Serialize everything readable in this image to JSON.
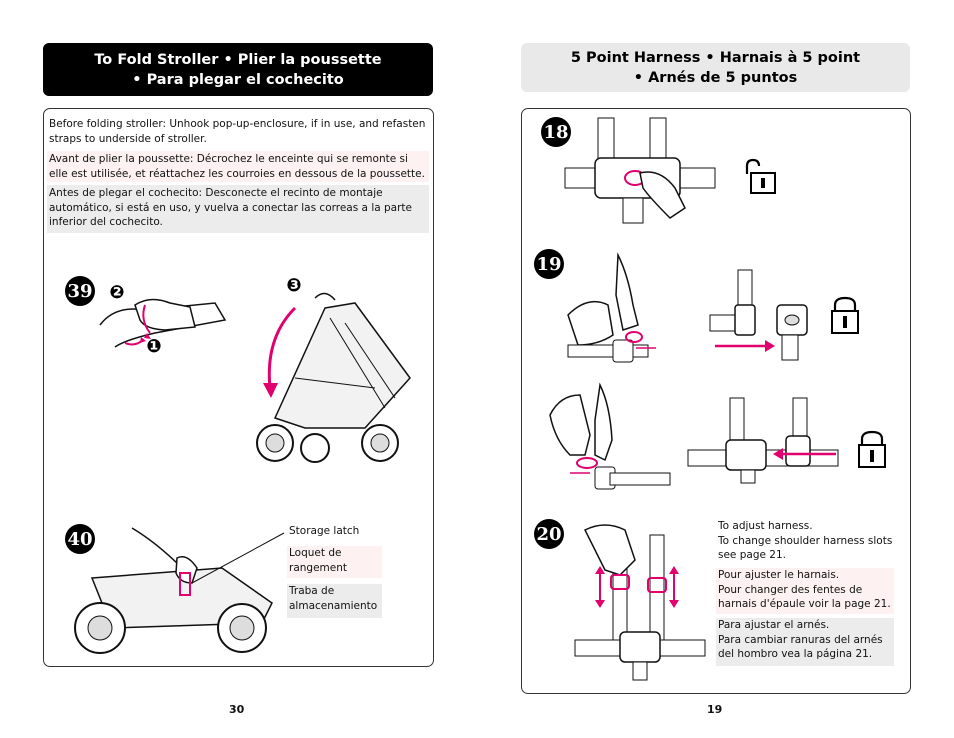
{
  "left": {
    "header": {
      "line1": "To Fold Stroller  •  Plier la poussette",
      "line2": "•  Para plegar el cochecito"
    },
    "instructions": {
      "en": "Before folding stroller: Unhook pop-up-enclosure, if in use, and refasten straps to underside of stroller.",
      "fr": "Avant de plier la poussette: Décrochez le enceinte qui se remonte si elle est utilisée, et réattachez les courroies en dessous de la poussette.",
      "es": "Antes de plegar el cochecito: Desconecte el recinto de montaje automático, si está en uso, y vuelva a conectar las correas a la parte inferior del cochecito."
    },
    "step39": "39",
    "sub_steps": [
      "❷",
      "❶",
      "❸"
    ],
    "step40": "40",
    "latch_labels": {
      "en": "Storage latch",
      "fr": "Loquet de rangement",
      "es": "Traba de almacenamiento"
    },
    "page_number": "30"
  },
  "right": {
    "header": {
      "line1": "5 Point Harness  •  Harnais à 5 point",
      "line2": "•  Arnés de 5 puntos"
    },
    "step18": "18",
    "step19": "19",
    "step20": "20",
    "adjust": {
      "en_1": "To adjust harness.",
      "en_2": "To change shoulder harness slots see page 21.",
      "fr_1": "Pour ajuster le harnais.",
      "fr_2": "Pour changer des fentes de harnais d'épaule voir la page 21.",
      "es_1": "Para ajustar el arnés.",
      "es_2": "Para cambiar ranuras del arnés del hombro vea la página 21."
    },
    "page_number": "19"
  },
  "colors": {
    "accent": "#e0006e",
    "header_dark": "#000000",
    "header_light": "#e9e9e9"
  },
  "icons": [
    "unlocked-padlock-icon",
    "locked-padlock-icon"
  ]
}
